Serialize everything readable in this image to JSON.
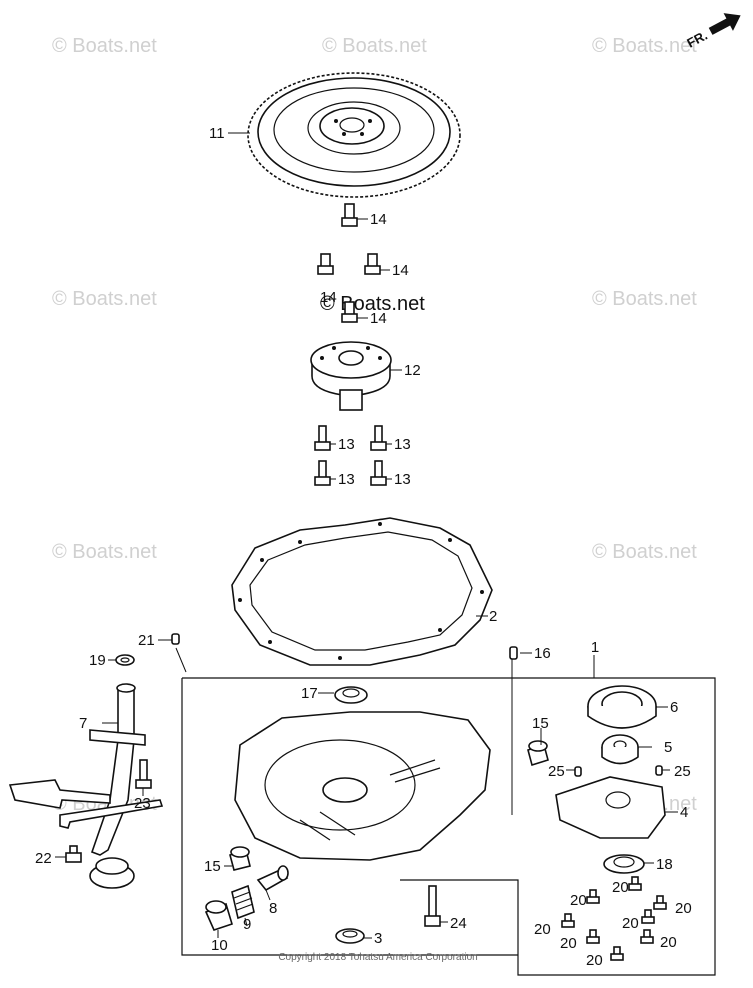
{
  "watermark": "© Boats.net",
  "center_watermark": "© Boats.net",
  "direction_label": "FR.",
  "copyright": "Copyright 2018 Tohatsu America Corporation",
  "callouts": {
    "c1": "1",
    "c2": "2",
    "c3": "3",
    "c4": "4",
    "c5": "5",
    "c6": "6",
    "c7": "7",
    "c8": "8",
    "c9": "9",
    "c10": "10",
    "c11": "11",
    "c12": "12",
    "c13a": "13",
    "c13b": "13",
    "c13c": "13",
    "c13d": "13",
    "c14a": "14",
    "c14b": "14",
    "c14c": "14",
    "c14d": "14",
    "c15a": "15",
    "c15b": "15",
    "c16": "16",
    "c17": "17",
    "c18": "18",
    "c19": "19",
    "c20a": "20",
    "c20b": "20",
    "c20c": "20",
    "c20d": "20",
    "c20e": "20",
    "c20f": "20",
    "c20g": "20",
    "c20h": "20",
    "c21": "21",
    "c22": "22",
    "c23": "23",
    "c24": "24",
    "c25a": "25",
    "c25b": "25"
  }
}
